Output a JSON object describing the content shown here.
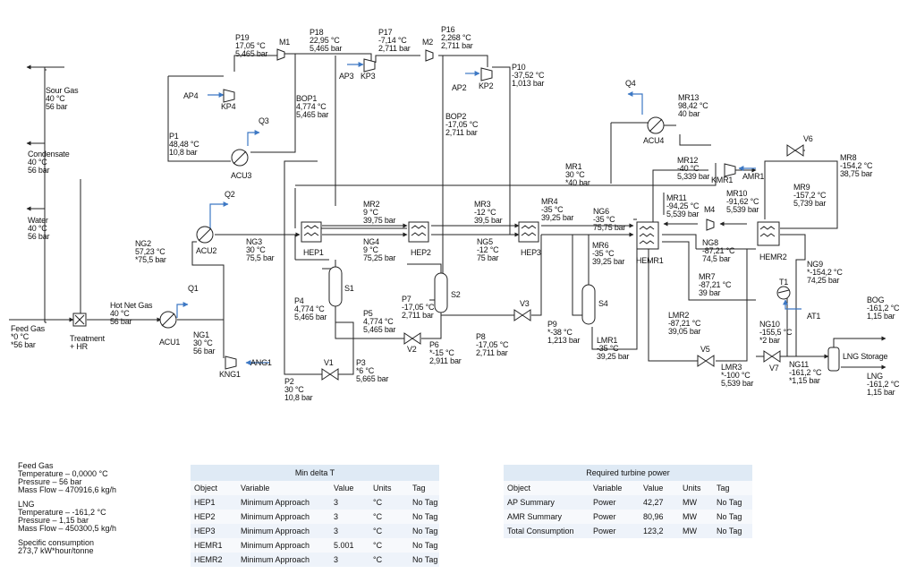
{
  "colors": {
    "line": "#222222",
    "energy": "#3d78c4",
    "table_header": "#dfeaf5",
    "table_row": "#eef3fa"
  },
  "streams": {
    "p19": "P19\n17,05 °C\n5,465 bar",
    "p18": "P18\n22,95 °C\n5,465 bar",
    "p17": "P17\n-7,14 °C\n2,711 bar",
    "p16": "P16\n2,268 °C\n2,711 bar",
    "p10": "P10\n-37,52 °C\n1,013 bar",
    "bop1": "BOP1\n4,774 °C\n5,465 bar",
    "bop2": "BOP2\n-17,05 °C\n2,711 bar",
    "p1": "P1\n48,48 °C\n10,8 bar",
    "sour_gas": "Sour Gas\n40 °C\n56 bar",
    "condensate": "Condensate\n40 °C\n56 bar",
    "water": "Water\n40 °C\n56 bar",
    "feed_gas": "Feed Gas\n*0 °C\n*56 bar",
    "hot_net_gas": "Hot Net Gas\n40 °C\n56 bar",
    "ng1": "NG1\n30 °C\n56 bar",
    "ng2": "NG2\n57,23 °C\n*75,5 bar",
    "ng3": "NG3\n30 °C\n75,5 bar",
    "ng4": "NG4\n9 °C\n75,25 bar",
    "ng5": "NG5\n-12 °C\n75 bar",
    "ng6": "NG6\n-35 °C\n75,75 bar",
    "ng8": "NG8\n-87,21 °C\n74,5 bar",
    "ng9": "NG9\n*-154,2 °C\n74,25 bar",
    "ng10": "NG10\n-155,5 °C\n*2 bar",
    "ng11": "NG11\n-161,2 °C\n*1,15 bar",
    "mr1": "MR1\n30 °C\n*40 bar",
    "mr2": "MR2\n9 °C\n39,75 bar",
    "mr3": "MR3\n-12 °C\n39,5 bar",
    "mr4": "MR4\n-35 °C\n39,25 bar",
    "mr6": "MR6\n-35 °C\n39,25 bar",
    "mr7": "MR7\n-87,21 °C\n39 bar",
    "mr8": "MR8\n-154,2 °C\n38,75 bar",
    "mr9": "MR9\n-157,2 °C\n5,739 bar",
    "mr10": "MR10\n-91,62 °C\n5,539 bar",
    "mr11": "MR11\n-94,25 °C\n5,539 bar",
    "mr12": "MR12\n-40 °C\n5,339 bar",
    "mr13": "MR13\n98,42 °C\n40 bar",
    "lmr1": "LMR1\n-35 °C\n39,25 bar",
    "lmr2": "LMR2\n-87,21 °C\n39,05 bar",
    "lmr3": "LMR3\n*-100 °C\n5,539 bar",
    "p2": "P2\n30 °C\n10,8 bar",
    "p3": "P3\n*6 °C\n5,665 bar",
    "p4": "P4\n4,774 °C\n5,465 bar",
    "p5": "P5\n4,774 °C\n5,465 bar",
    "p6": "P6\n*-15 °C\n2,911 bar",
    "p7": "P7\n-17,05 °C\n2,711 bar",
    "p8": "P8\n-17,05 °C\n2,711 bar",
    "p9": "P9\n*-38 °C\n1,213 bar",
    "bog": "BOG\n-161,2 °C\n1,15 bar",
    "lng_out": "LNG\n-161,2 °C\n1,15 bar"
  },
  "units": {
    "m1": "M1",
    "m2": "M2",
    "m4": "M4",
    "kp4": "KP4",
    "kp3": "KP3",
    "kp2": "KP2",
    "ap4": "AP4",
    "ap3": "AP3",
    "ap2": "AP2",
    "amr1": "AMR1",
    "kmr1": "KMR1",
    "acu1": "ACU1",
    "acu2": "ACU2",
    "acu3": "ACU3",
    "acu4": "ACU4",
    "q1": "Q1",
    "q2": "Q2",
    "q3": "Q3",
    "q4": "Q4",
    "hep1": "HEP1",
    "hep2": "HEP2",
    "hep3": "HEP3",
    "hemr1": "HEMR1",
    "hemr2": "HEMR2",
    "s1": "S1",
    "s2": "S2",
    "s4": "S4",
    "v1": "V1",
    "v2": "V2",
    "v3": "V3",
    "v5": "V5",
    "v6": "V6",
    "v7": "V7",
    "t1": "T1",
    "at1": "AT1",
    "kng1": "KNG1",
    "ang1": "ANG1",
    "treatment": "Treatment\n+ HR",
    "lng_storage": "LNG Storage"
  },
  "summary": {
    "feed_gas": [
      "Feed Gas",
      "Temperature – 0,0000 °C",
      "Pressure – 56 bar",
      "Mass Flow – 470916,6 kg/h"
    ],
    "lng": [
      "LNG",
      "Temperature – -161,2 °C",
      "Pressure – 1,15 bar",
      "Mass Flow – 450300,5 kg/h"
    ],
    "specific": [
      "Specific consumption",
      "273,7 kW*hour/tonne"
    ]
  },
  "min_delta_t": {
    "title": "Min delta T",
    "headers": [
      "Object",
      "Variable",
      "Value",
      "Units",
      "Tag"
    ],
    "rows": [
      [
        "HEP1",
        "Minimum Approach",
        "3",
        "°C",
        "No Tag"
      ],
      [
        "HEP2",
        "Minimum Approach",
        "3",
        "°C",
        "No Tag"
      ],
      [
        "HEP3",
        "Minimum Approach",
        "3",
        "°C",
        "No Tag"
      ],
      [
        "HEMR1",
        "Minimum Approach",
        "5.001",
        "°C",
        "No Tag"
      ],
      [
        "HEMR2",
        "Minimum Approach",
        "3",
        "°C",
        "No Tag"
      ]
    ]
  },
  "turbine_power": {
    "title": "Required turbine power",
    "headers": [
      "Object",
      "Variable",
      "Value",
      "Units",
      "Tag"
    ],
    "rows": [
      [
        "AP Summary",
        "Power",
        "42,27",
        "MW",
        "No Tag"
      ],
      [
        "AMR Summary",
        "Power",
        "80,96",
        "MW",
        "No Tag"
      ],
      [
        "Total Consumption",
        "Power",
        "123,2",
        "MW",
        "No Tag"
      ]
    ]
  }
}
